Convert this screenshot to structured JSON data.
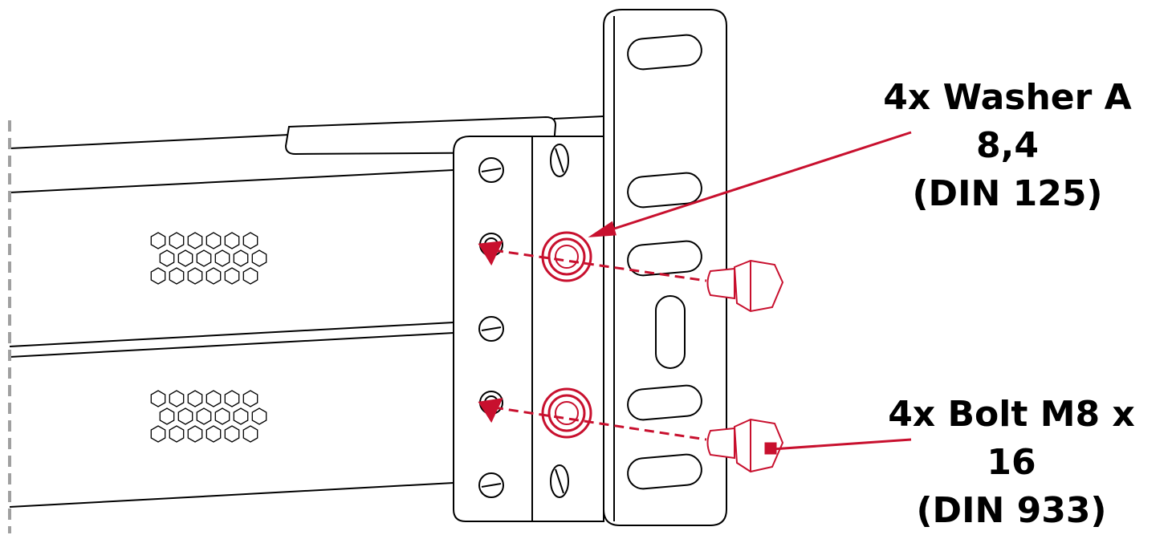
{
  "labels": {
    "washer": {
      "line1": "4x Washer A 8,4",
      "line2": "(DIN 125)"
    },
    "bolt": {
      "line1": "4x Bolt M8 x 16",
      "line2": "(DIN 933)"
    }
  },
  "colors": {
    "accent": "#c8102e",
    "outline": "#000000",
    "guide": "#a0a0a0"
  }
}
